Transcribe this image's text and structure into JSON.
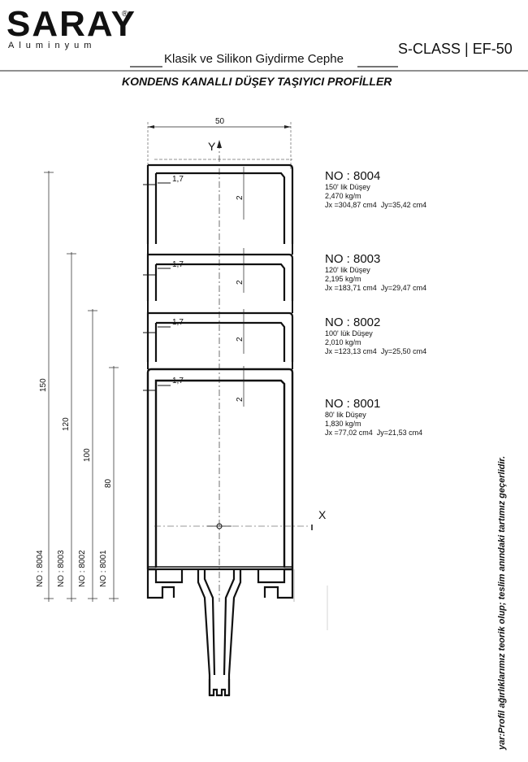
{
  "header": {
    "logo_text": "SARAY",
    "logo_sub": "Aluminyum",
    "logo_mark": "®",
    "subtitle": "Klasik ve Silikon Giydirme Cephe",
    "series": "S-CLASS | EF-50",
    "section_title": "KONDENS KANALLI DÜŞEY TAŞIYICI PROFİLLER"
  },
  "drawing": {
    "width_dim": "50",
    "y_axis": "Y",
    "x_axis": "X",
    "wall_thickness": "1,7",
    "gap_dim": "2",
    "height_dims": [
      "150",
      "120",
      "100",
      "80"
    ],
    "side_labels": [
      "NO : 8004",
      "NO : 8003",
      "NO : 8002",
      "NO : 8001"
    ]
  },
  "profiles": [
    {
      "no": "NO : 8004",
      "name": "150' lik Düşey",
      "weight": "2,470 kg/m",
      "jx": "Jx =304,87 cm4",
      "jy": "Jy=35,42 cm4"
    },
    {
      "no": "NO : 8003",
      "name": "120' lik Düşey",
      "weight": "2,195 kg/m",
      "jx": "Jx =183,71 cm4",
      "jy": "Jy=29,47 cm4"
    },
    {
      "no": "NO : 8002",
      "name": "100' lük Düşey",
      "weight": "2,010 kg/m",
      "jx": "Jx =123,13 cm4",
      "jy": "Jy=25,50 cm4"
    },
    {
      "no": "NO : 8001",
      "name": "80' lik Düşey",
      "weight": "1,830 kg/m",
      "jx": "Jx =77,02 cm4",
      "jy": "Jy=21,53 cm4"
    }
  ],
  "side_note": "yar:Profil ağırlıklarımız teorik olup; teslim anındaki tartımız geçerlidir."
}
